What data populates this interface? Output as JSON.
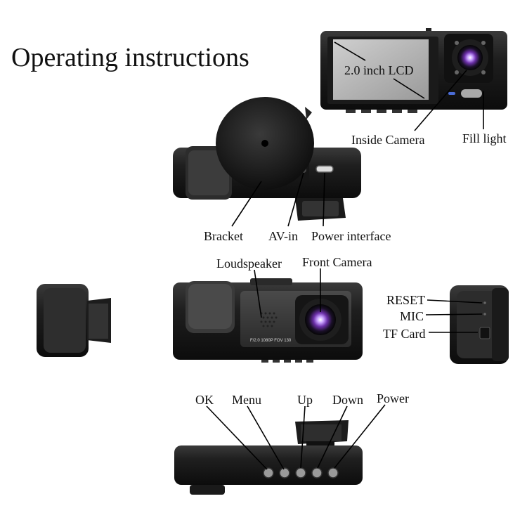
{
  "title": "Operating instructions",
  "labels": {
    "lcd": "2.0 inch LCD",
    "inside_camera": "Inside Camera",
    "fill_light": "Fill light",
    "bracket": "Bracket",
    "av_in": "AV-in",
    "power_interface": "Power interface",
    "loudspeaker": "Loudspeaker",
    "front_camera": "Front Camera",
    "reset": "RESET",
    "mic": "MIC",
    "tf_card": "TF Card",
    "ok": "OK",
    "menu": "Menu",
    "up": "Up",
    "down": "Down",
    "power": "Power"
  },
  "lens_spec": "F/2.0 1080P FOV 130"
}
